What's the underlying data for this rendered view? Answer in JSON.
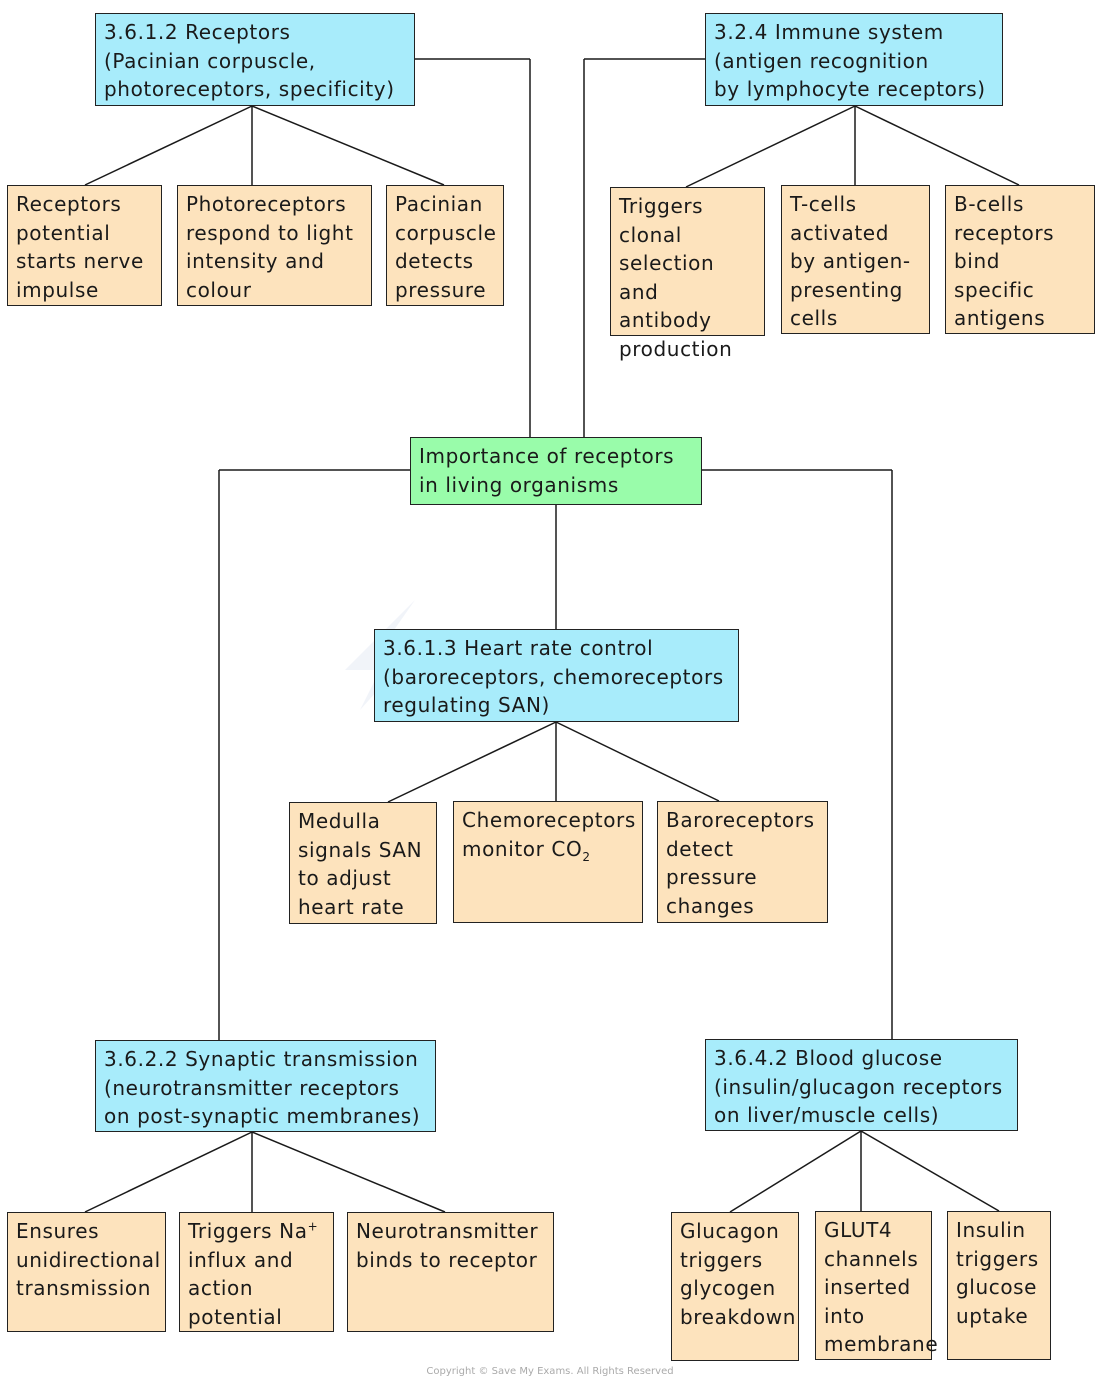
{
  "centre": {
    "text": "Importance of receptors\nin living organisms"
  },
  "topics": {
    "receptors": "3.6.1.2 Receptors\n(Pacinian corpuscle,\nphotoreceptors, specificity)",
    "immune": "3.2.4 Immune system\n(antigen recognition\nby lymphocyte receptors)",
    "heart": "3.6.1.3 Heart rate control\n(baroreceptors, chemoreceptors\nregulating SAN)",
    "synaptic": "3.6.2.2 Synaptic transmission\n(neurotransmitter receptors\non post-synaptic membranes)",
    "glucose": "3.6.4.2 Blood glucose\n(insulin/glucagon receptors\non liver/muscle cells)"
  },
  "leaves": {
    "receptors": [
      "Receptors\npotential\nstarts nerve\nimpulse",
      "Photoreceptors\nrespond to light\nintensity and\ncolour",
      "Pacinian\ncorpuscle\ndetects\npressure"
    ],
    "immune": [
      "Triggers\nclonal\nselection\nand antibody\nproduction",
      "T-cells\nactivated\nby antigen-\npresenting\ncells",
      "B-cells\nreceptors\nbind specific\nantigens"
    ],
    "heart": [
      "Medulla\nsignals SAN\nto adjust\nheart rate",
      "Chemoreceptors\nmonitor CO",
      "Baroreceptors\ndetect\npressure\nchanges"
    ],
    "heart_co2_sub": "2",
    "synaptic": [
      "Ensures\nunidirectional\ntransmission",
      "Triggers Na",
      "Neurotransmitter\nbinds to receptor"
    ],
    "synaptic_na_sup": "+",
    "synaptic_na_rest": "\ninflux and\naction\npotential",
    "glucose": [
      "Glucagon\ntriggers\nglycogen\nbreakdown",
      "GLUT4\nchannels\ninserted\ninto\nmembrane",
      "Insulin\ntriggers\nglucose\nuptake"
    ]
  },
  "watermark": "Save My\nExams",
  "copyright": "Copyright © Save My Exams. All Rights Reserved"
}
